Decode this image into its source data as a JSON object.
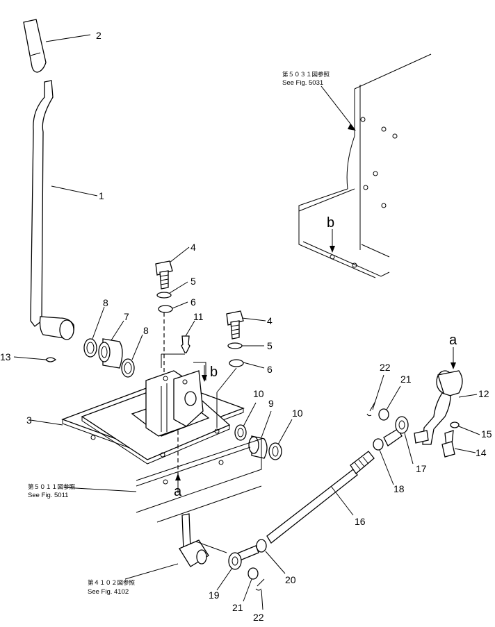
{
  "callouts": [
    {
      "n": "1"
    },
    {
      "n": "2"
    },
    {
      "n": "3"
    },
    {
      "n": "4"
    },
    {
      "n": "5"
    },
    {
      "n": "6"
    },
    {
      "n": "7"
    },
    {
      "n": "8"
    },
    {
      "n": "8"
    },
    {
      "n": "4"
    },
    {
      "n": "5"
    },
    {
      "n": "6"
    },
    {
      "n": "11"
    },
    {
      "n": "13"
    },
    {
      "n": "10"
    },
    {
      "n": "9"
    },
    {
      "n": "10"
    },
    {
      "n": "22"
    },
    {
      "n": "21"
    },
    {
      "n": "12"
    },
    {
      "n": "15"
    },
    {
      "n": "14"
    },
    {
      "n": "17"
    },
    {
      "n": "18"
    },
    {
      "n": "16"
    },
    {
      "n": "20"
    },
    {
      "n": "19"
    },
    {
      "n": "21"
    },
    {
      "n": "22"
    }
  ],
  "letters": {
    "a_top": "a",
    "a_bottom": "a",
    "b_plate": "b",
    "b_frame": "b"
  },
  "refs": {
    "fig5031": {
      "jp": "第５０３１図参照",
      "en": "See Fig. 5031"
    },
    "fig5011": {
      "jp": "第５０１１図参照",
      "en": "See Fig. 5011"
    },
    "fig4102": {
      "jp": "第４１０２図参照",
      "en": "See Fig. 4102"
    }
  }
}
